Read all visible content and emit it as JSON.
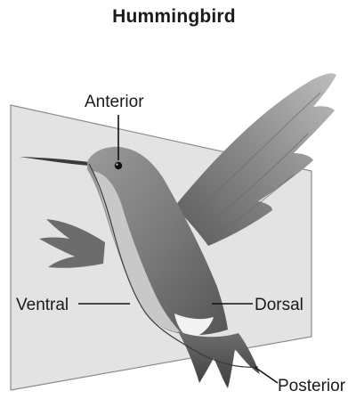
{
  "title": "Hummingbird",
  "labels": {
    "anterior": "Anterior",
    "ventral": "Ventral",
    "dorsal": "Dorsal",
    "posterior": "Posterior"
  },
  "colors": {
    "plane_fill": "#dedede",
    "plane_stroke": "#8c8c8c",
    "bird_dark": "#5e5e5e",
    "bird_mid": "#8a8a8a",
    "bird_light": "#b4b4b4",
    "throat": "#f2f2f2",
    "leader": "#111111"
  }
}
